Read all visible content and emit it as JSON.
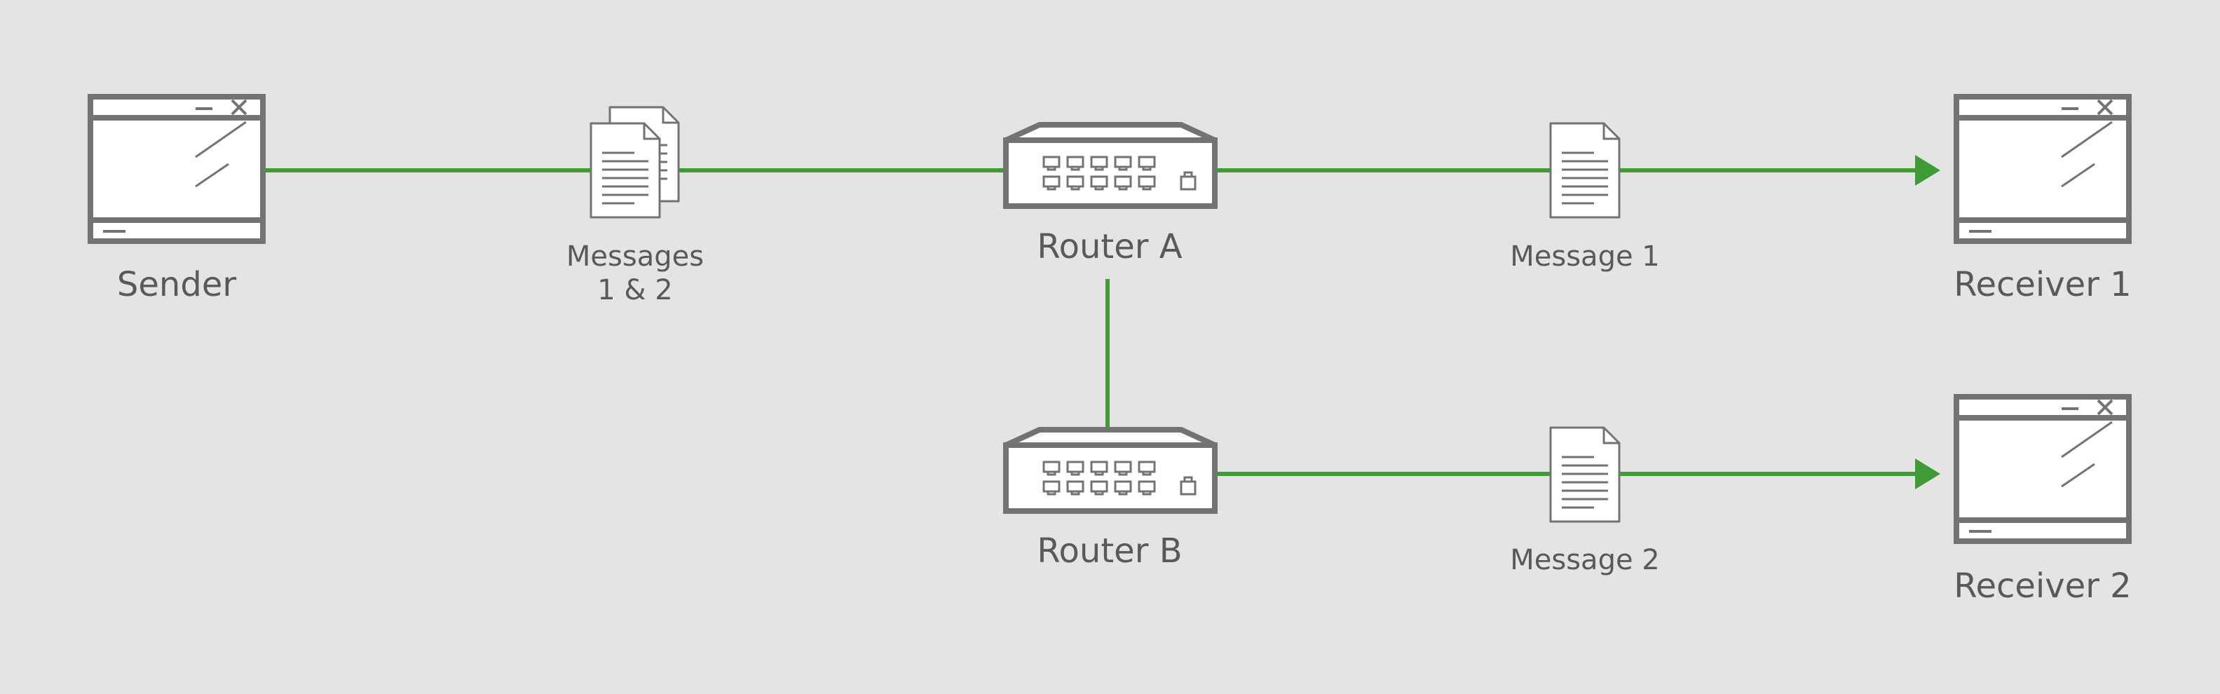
{
  "colors": {
    "background": "#e4e4e4",
    "connector": "#3f9c35",
    "device_stroke": "#737373",
    "device_fill": "#ffffff",
    "text": "#58595b"
  },
  "nodes": {
    "sender": {
      "label": "Sender",
      "icon": "window-icon"
    },
    "router_a": {
      "label": "Router A",
      "icon": "router-icon"
    },
    "router_b": {
      "label": "Router B",
      "icon": "router-icon"
    },
    "receiver_1": {
      "label": "Receiver 1",
      "icon": "window-icon"
    },
    "receiver_2": {
      "label": "Receiver 2",
      "icon": "window-icon"
    }
  },
  "messages": {
    "messages_1_2": {
      "label_line1": "Messages",
      "label_line2": "1 & 2",
      "icon": "documents-icon"
    },
    "message_1": {
      "label": "Message 1",
      "icon": "document-icon"
    },
    "message_2": {
      "label": "Message 2",
      "icon": "document-icon"
    }
  },
  "edges": [
    {
      "from": "sender",
      "to": "router_a",
      "via": "messages_1_2",
      "arrow": false
    },
    {
      "from": "router_a",
      "to": "receiver_1",
      "via": "message_1",
      "arrow": true
    },
    {
      "from": "router_a",
      "to": "router_b",
      "arrow": false
    },
    {
      "from": "router_b",
      "to": "receiver_2",
      "via": "message_2",
      "arrow": true
    }
  ]
}
